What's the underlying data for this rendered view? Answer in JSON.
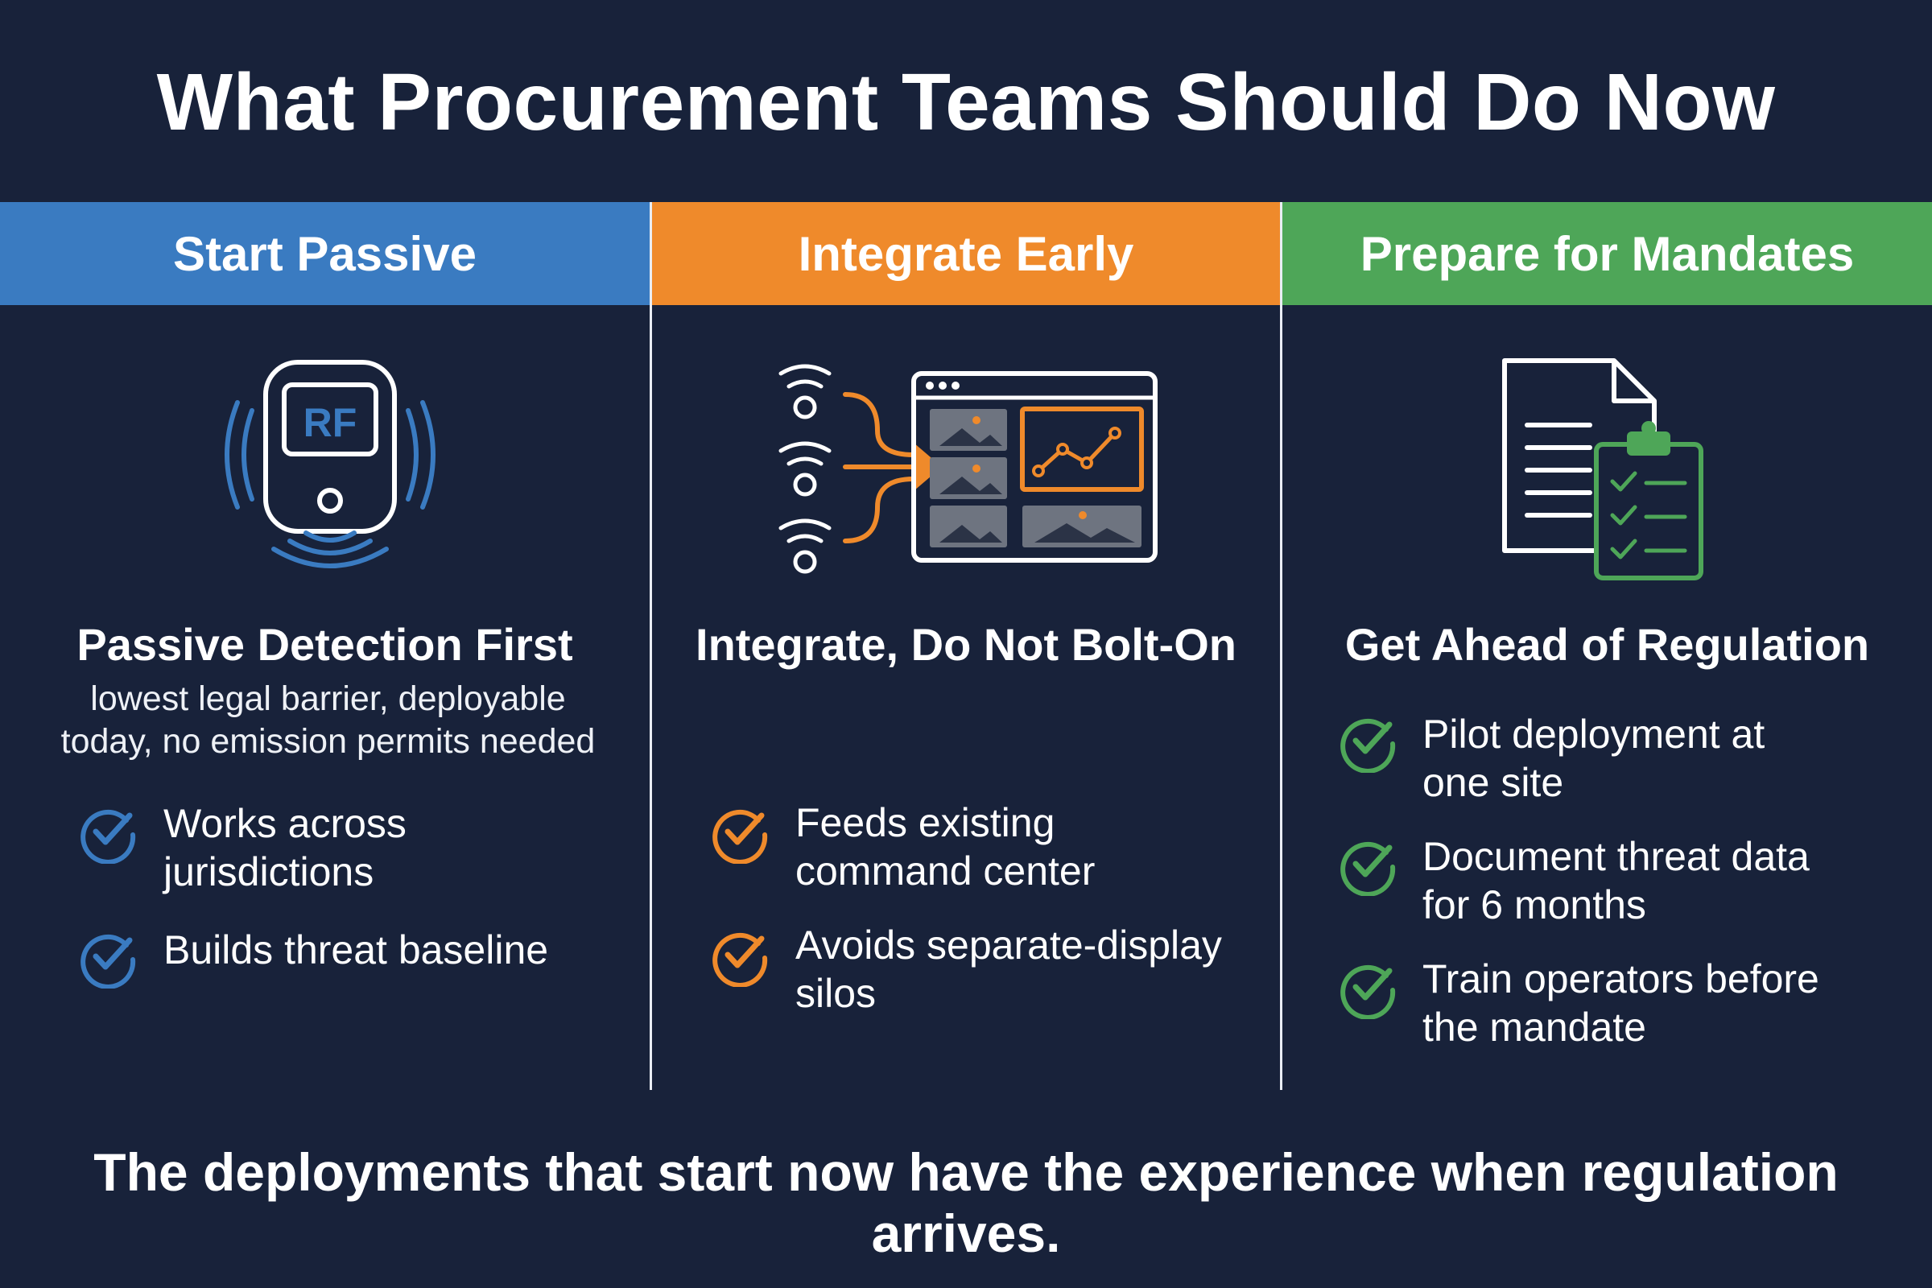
{
  "title": "What Procurement Teams Should Do Now",
  "colors": {
    "background": "#18223a",
    "blue": "#3a7bc1",
    "orange": "#ef8a2b",
    "green": "#4ea658"
  },
  "columns": [
    {
      "header": "Start Passive",
      "icon": "rf-detector-icon",
      "title": "Passive Detection First",
      "subtitle_lines": [
        "lowest legal barrier, deployable",
        "today, no emission permits needed"
      ],
      "items": [
        {
          "lines": [
            "Works across",
            "jurisdictions"
          ]
        },
        {
          "lines": [
            "Builds threat baseline"
          ]
        }
      ]
    },
    {
      "header": "Integrate Early",
      "icon": "signals-to-dashboard-icon",
      "title": "Integrate, Do Not Bolt-On",
      "items": [
        {
          "lines": [
            "Feeds existing",
            "command center"
          ]
        },
        {
          "lines": [
            "Avoids separate-display",
            "silos"
          ]
        }
      ]
    },
    {
      "header": "Prepare for Mandates",
      "icon": "document-checklist-icon",
      "title": "Get Ahead of Regulation",
      "items": [
        {
          "lines": [
            "Pilot deployment at",
            "one site"
          ]
        },
        {
          "lines": [
            "Document threat data",
            "for 6 months"
          ]
        },
        {
          "lines": [
            "Train operators before",
            "the mandate"
          ]
        }
      ]
    }
  ],
  "footer": "The deployments that start now have the experience when regulation arrives."
}
